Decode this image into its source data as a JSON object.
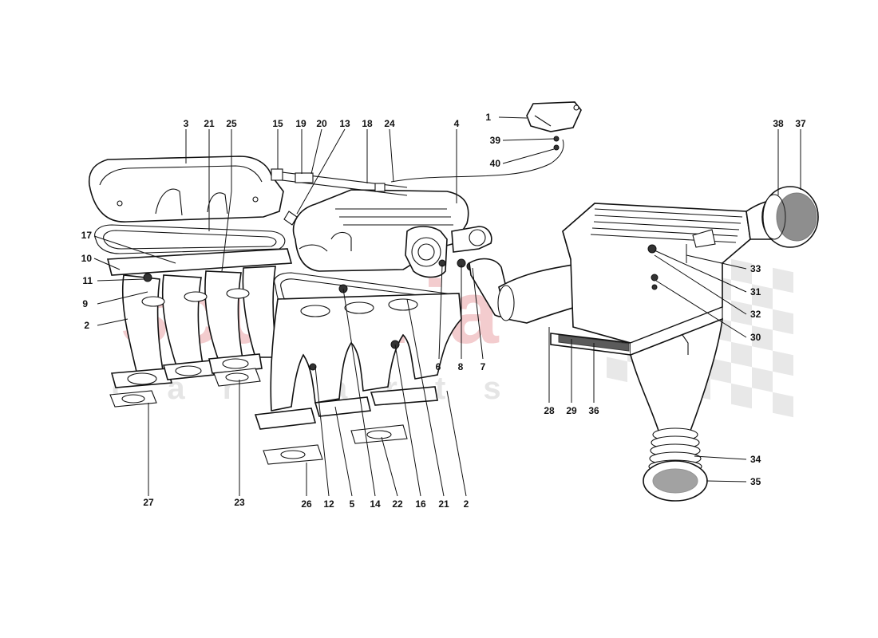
{
  "watermark": {
    "main": "scuderia",
    "sub": "c a r p a r t s",
    "color_main": "#f2c7c9",
    "color_sub": "#e2e2e2",
    "flag_color": "#e6e6e6"
  },
  "callouts": [
    {
      "id": "1",
      "text": "1"
    },
    {
      "id": "2a",
      "text": "2"
    },
    {
      "id": "2b",
      "text": "2"
    },
    {
      "id": "3",
      "text": "3"
    },
    {
      "id": "4",
      "text": "4"
    },
    {
      "id": "5",
      "text": "5"
    },
    {
      "id": "6",
      "text": "6"
    },
    {
      "id": "7",
      "text": "7"
    },
    {
      "id": "8",
      "text": "8"
    },
    {
      "id": "9",
      "text": "9"
    },
    {
      "id": "10",
      "text": "10"
    },
    {
      "id": "11",
      "text": "11"
    },
    {
      "id": "12",
      "text": "12"
    },
    {
      "id": "13",
      "text": "13"
    },
    {
      "id": "14",
      "text": "14"
    },
    {
      "id": "15",
      "text": "15"
    },
    {
      "id": "16",
      "text": "16"
    },
    {
      "id": "17",
      "text": "17"
    },
    {
      "id": "18",
      "text": "18"
    },
    {
      "id": "19",
      "text": "19"
    },
    {
      "id": "20",
      "text": "20"
    },
    {
      "id": "21a",
      "text": "21"
    },
    {
      "id": "21b",
      "text": "21"
    },
    {
      "id": "22",
      "text": "22"
    },
    {
      "id": "23",
      "text": "23"
    },
    {
      "id": "24",
      "text": "24"
    },
    {
      "id": "25",
      "text": "25"
    },
    {
      "id": "26",
      "text": "26"
    },
    {
      "id": "27",
      "text": "27"
    },
    {
      "id": "28",
      "text": "28"
    },
    {
      "id": "29",
      "text": "29"
    },
    {
      "id": "30",
      "text": "30"
    },
    {
      "id": "31",
      "text": "31"
    },
    {
      "id": "32",
      "text": "32"
    },
    {
      "id": "33",
      "text": "33"
    },
    {
      "id": "34",
      "text": "34"
    },
    {
      "id": "35",
      "text": "35"
    },
    {
      "id": "36",
      "text": "36"
    },
    {
      "id": "37",
      "text": "37"
    },
    {
      "id": "38",
      "text": "38"
    },
    {
      "id": "39",
      "text": "39"
    },
    {
      "id": "40",
      "text": "40"
    }
  ]
}
